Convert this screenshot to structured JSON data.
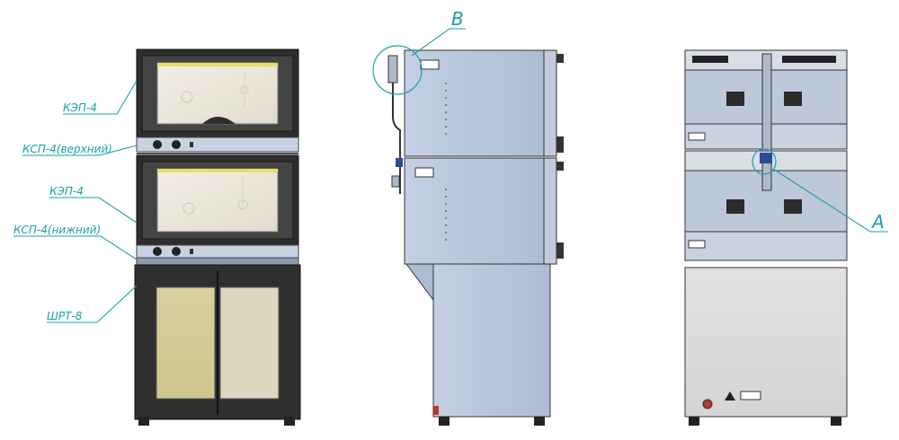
{
  "labels": {
    "kep_upper": "КЭП-4",
    "ksp_upper": "КСП-4(верхний)",
    "kep_lower": "КЭП-4",
    "ksp_lower": "КСП-4(нижний)",
    "shrt": "ШРТ-8",
    "callout_b": "В",
    "callout_a": "А"
  },
  "colors": {
    "callout": "#1aa0a8",
    "frame": "#2b2b2b",
    "panel_blue": "#b9c6d8",
    "panel_light": "#d3dcea",
    "glass": "#ece7da",
    "door_glass": "#d7cc9a",
    "metal_grey": "#dcdbd9"
  }
}
